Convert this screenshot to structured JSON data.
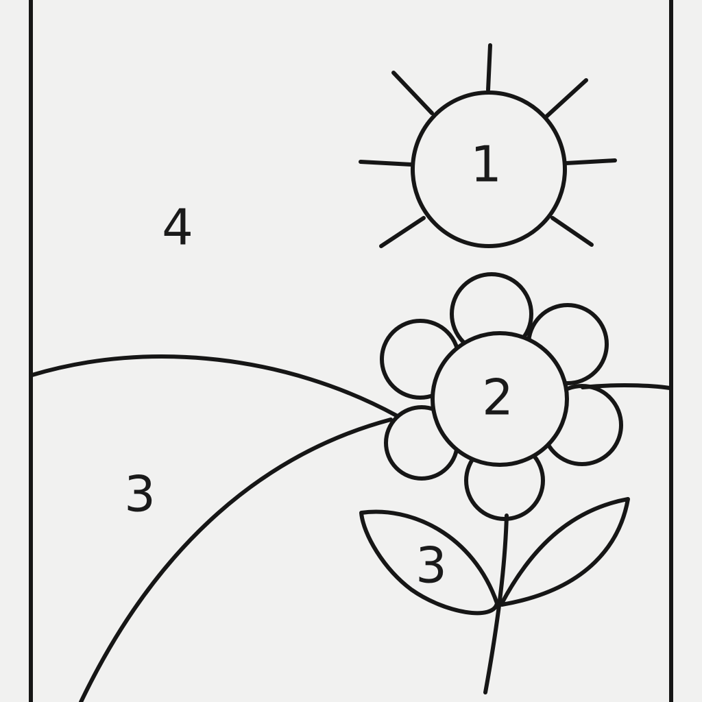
{
  "regions": {
    "sun": "1",
    "flower_center": "2",
    "hill": "3",
    "leaf": "3",
    "sky": "4"
  },
  "colors": {
    "paper": "#f1f1f0",
    "ink": "#161616"
  }
}
